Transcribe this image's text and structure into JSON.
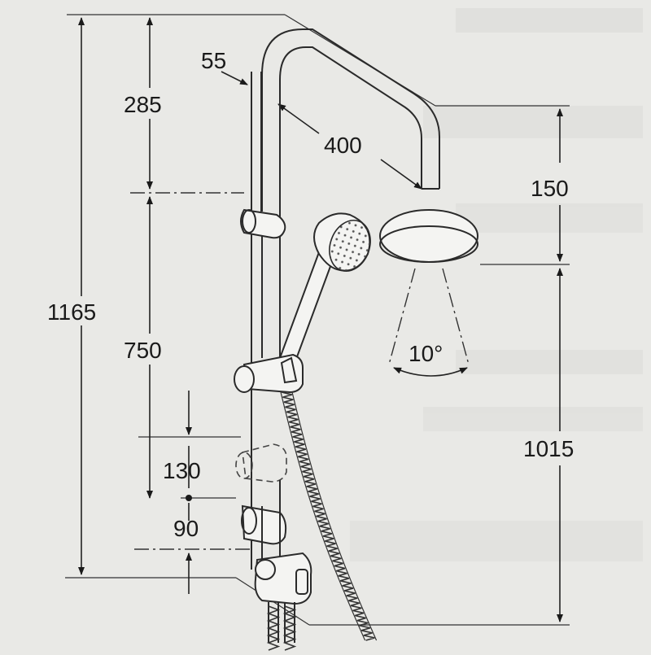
{
  "dimensions": {
    "overall_height": "1165",
    "top_segment": "285",
    "rail_offset": "55",
    "arm_reach": "400",
    "head_drop": "150",
    "slide_range": "750",
    "holder_gap": "130",
    "bottom_gap": "90",
    "head_height": "1015",
    "spray_angle": "10°"
  },
  "colors": {
    "background": "#e9e9e6",
    "line": "#222222",
    "fill": "#f4f4f2"
  }
}
